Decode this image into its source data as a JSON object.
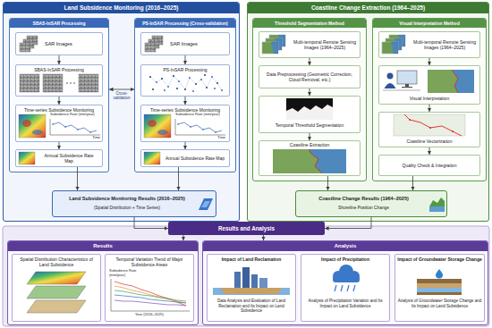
{
  "diagram": {
    "nodes": [
      {
        "text": [
          "Land Subsidence Monitoring (2016–2025)"
        ]
      },
      {
        "text": [
          "SBAS-InSAR Processing"
        ],
        "in": 0
      },
      {
        "text": [
          "SAR Images"
        ],
        "in": 1
      },
      {
        "text": [
          "SBAS-InSAR Processing"
        ],
        "in": 1
      },
      {
        "text": [
          "Time-series Subsidence Monitoring",
          "Subsidence Rate (mm/year)",
          "Time"
        ],
        "in": 1
      },
      {
        "text": [
          "Annual Subsidence Rate Map"
        ],
        "in": 1
      },
      {
        "text": [
          "PS-InSAR Processing (Cross-validation)"
        ],
        "in": 0
      },
      {
        "text": [
          "SAR Images"
        ],
        "in": 6
      },
      {
        "text": [
          "PS-InSAR Processing"
        ],
        "in": 6
      },
      {
        "text": [
          "Time-series Subsidence Monitoring",
          "Subsidence Rate (mm/year)",
          "Time"
        ],
        "in": 6
      },
      {
        "text": [
          "Annual Subsidence Rate Map"
        ],
        "in": 6
      },
      {
        "text": [
          "Land Subsidence Monitoring Results (2016–2025)",
          "(Spatial Distribution + Time Series)"
        ],
        "in": 0
      },
      {
        "text": [
          "Coastline Change Extraction (1964–2025)"
        ]
      },
      {
        "text": [
          "Threshold Segmentation Method"
        ],
        "in": 12
      },
      {
        "text": [
          "Multi-temporal Remote Sensing Images (1964–2025)"
        ],
        "in": 13
      },
      {
        "text": [
          "Data Preprocessing (Geometric Correction, Cloud Removal, etc.)"
        ],
        "in": 13
      },
      {
        "text": [
          "Temporal Threshold Segmentation"
        ],
        "in": 13
      },
      {
        "text": [
          "Coastline Extraction"
        ],
        "in": 13
      },
      {
        "text": [
          "Visual Interpretation Method"
        ],
        "in": 12
      },
      {
        "text": [
          "Multi-temporal Remote Sensing Images (1964–2025)"
        ],
        "in": 18
      },
      {
        "text": [
          "Visual Interpretation"
        ],
        "in": 18
      },
      {
        "text": [
          "Coastline Vectorization"
        ],
        "in": 18
      },
      {
        "text": [
          "Quality Check & Integration"
        ],
        "in": 18
      },
      {
        "text": [
          "Coastline Change Results (1964–2025)",
          "Shoreline Position Change"
        ],
        "in": 12
      },
      {
        "text": [
          "Results and Analysis"
        ]
      },
      {
        "text": [
          "Results"
        ]
      },
      {
        "text": [
          "Spatial Distribution Characteristics of Land Subsidence"
        ],
        "in": 25
      },
      {
        "text": [
          "Temporal Variation Trend of Major Subsidence Areas",
          "Subsidence Rate (mm/year)",
          "Year (2016–2025)"
        ],
        "in": 25
      },
      {
        "text": [
          "Analysis"
        ]
      },
      {
        "text": [
          "Impact of Land Reclamation",
          "Data Analysis and Evaluation of Land Reclamation and Its Impact on Land Subsidence"
        ],
        "in": 28
      },
      {
        "text": [
          "Impact of Precipitation",
          "Analysis of Precipitation Variation and Its Impact on Land Subsidence"
        ],
        "in": 28
      },
      {
        "text": [
          "Impact of Groundwater Storage Change",
          "Analysis of Groundwater Storage Change and Its Impact on Land Subsidence"
        ],
        "in": 28
      }
    ],
    "edges": [
      {
        "from": 2,
        "to": 3,
        "arrow": "to"
      },
      {
        "from": 3,
        "to": 4,
        "arrow": "to"
      },
      {
        "from": 4,
        "to": 5,
        "arrow": "to"
      },
      {
        "from": 7,
        "to": 8,
        "arrow": "to"
      },
      {
        "from": 8,
        "to": 9,
        "arrow": "to"
      },
      {
        "from": 9,
        "to": 10,
        "arrow": "to"
      },
      {
        "from": 1,
        "to": 6,
        "label": "Cross-validation",
        "arrow": "both"
      },
      {
        "from": 5,
        "to": 11,
        "arrow": "to"
      },
      {
        "from": 10,
        "to": 11,
        "arrow": "to"
      },
      {
        "from": 14,
        "to": 15,
        "arrow": "to"
      },
      {
        "from": 15,
        "to": 16,
        "arrow": "to"
      },
      {
        "from": 16,
        "to": 17,
        "arrow": "to"
      },
      {
        "from": 19,
        "to": 20,
        "arrow": "to"
      },
      {
        "from": 20,
        "to": 21,
        "arrow": "to"
      },
      {
        "from": 21,
        "to": 22,
        "arrow": "to"
      },
      {
        "from": 17,
        "to": 23,
        "arrow": "to"
      },
      {
        "from": 22,
        "to": 23,
        "arrow": "to"
      },
      {
        "from": 11,
        "to": 24,
        "arrow": "to"
      },
      {
        "from": 23,
        "to": 24,
        "arrow": "to"
      },
      {
        "from": 24,
        "to": 25,
        "arrow": "to"
      },
      {
        "from": 24,
        "to": 28,
        "arrow": "to"
      }
    ]
  }
}
